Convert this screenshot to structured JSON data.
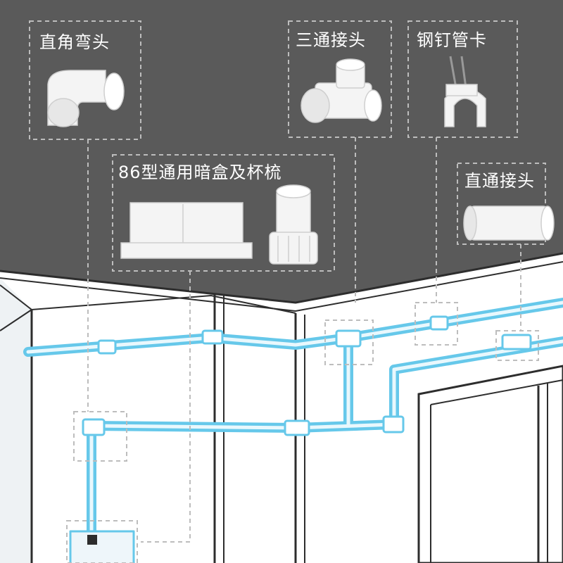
{
  "callouts": {
    "elbow": "直角弯头",
    "tee": "三通接头",
    "nail_clip": "钢钉管卡",
    "box_comb": "86型通用暗盒及杯梳",
    "coupling": "直通接头"
  },
  "colors": {
    "ceiling": "#5a5a5a",
    "wall": "#ffffff",
    "wall_shade": "#e9eef1",
    "line": "#2d2d2d",
    "pipe": "#66c8ea",
    "pipe_core": "#e9f8fd",
    "dash": "#bdbdbd",
    "fitting": "#f4f4f4"
  }
}
